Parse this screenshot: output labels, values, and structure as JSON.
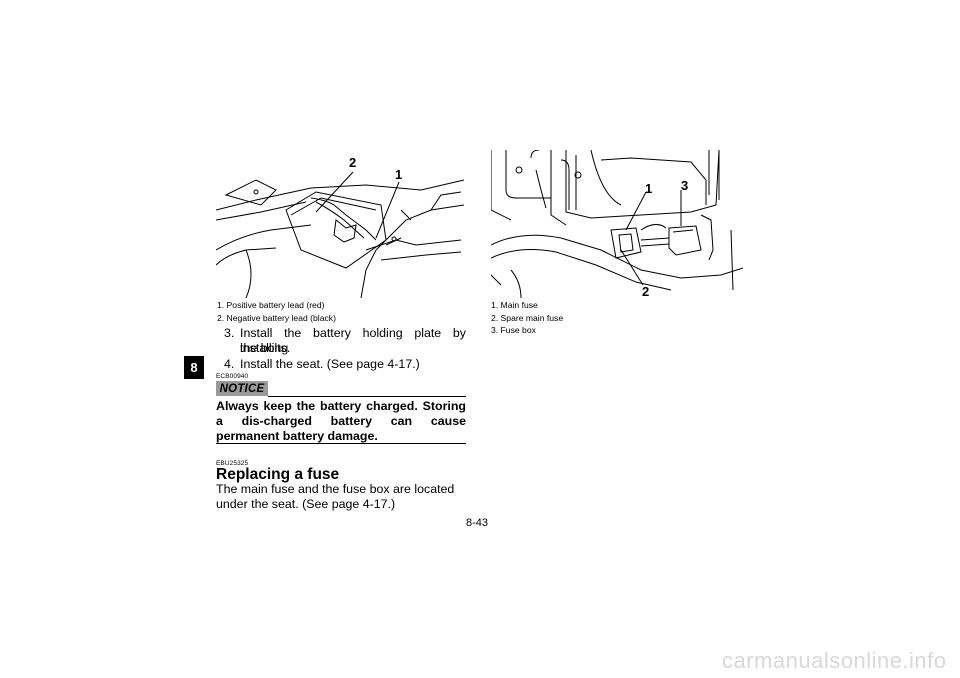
{
  "chapter_tab": "8",
  "figure_left": {
    "callouts": [
      "2",
      "1"
    ],
    "caption": [
      "1. Positive battery lead (red)",
      "2. Negative battery lead (black)"
    ]
  },
  "figure_right": {
    "callouts": [
      "1",
      "3",
      "2"
    ],
    "caption": [
      "1. Main fuse",
      "2. Spare main fuse",
      "3. Fuse box"
    ]
  },
  "steps": [
    {
      "num": "3.",
      "text_line1": "Install the battery holding plate by installing",
      "text_line2": "the bolts."
    },
    {
      "num": "4.",
      "text_line1": "Install the seat. (See page 4-17.)"
    }
  ],
  "notice": {
    "code": "ECB00940",
    "badge": "NOTICE",
    "text": "Always keep the battery charged. Storing a dis-charged battery can cause permanent battery damage."
  },
  "section": {
    "code": "EBU25325",
    "heading": "Replacing a fuse",
    "body": "The main fuse and the fuse box are located under the seat. (See page 4-17.)"
  },
  "page_number": "8-43",
  "watermark": "carmanualsonline.info"
}
